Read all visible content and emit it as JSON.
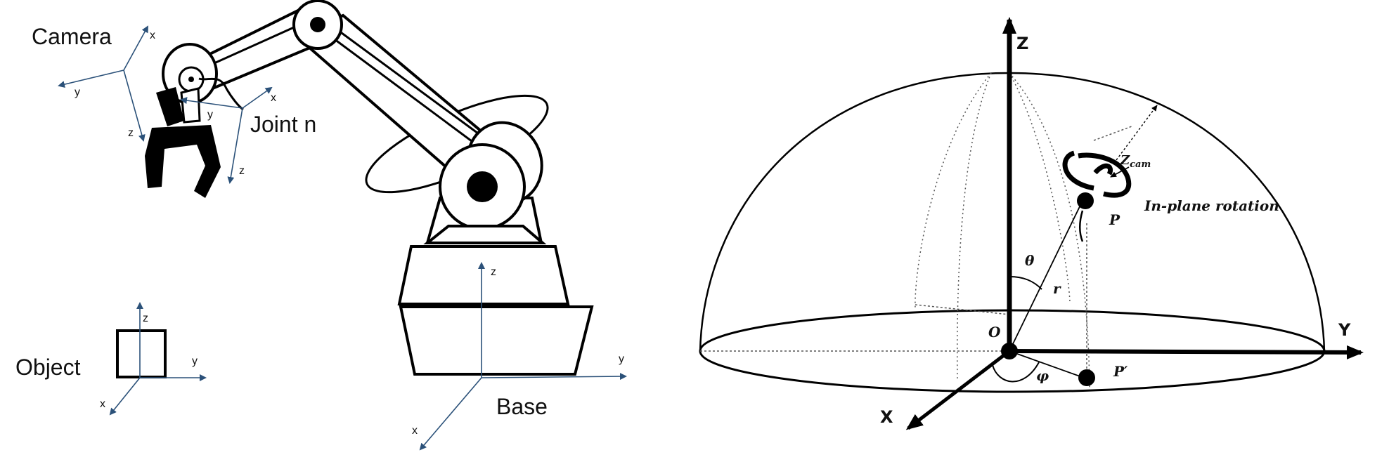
{
  "left_figure": {
    "labels": {
      "camera": "Camera",
      "joint_n": "Joint n",
      "object": "Object",
      "base": "Base"
    },
    "axes": {
      "camera": {
        "x": "x",
        "y": "y",
        "z": "z"
      },
      "joint": {
        "x": "x",
        "y": "y",
        "z": "z"
      },
      "object": {
        "x": "x",
        "y": "y",
        "z": "z"
      },
      "base": {
        "x": "x",
        "y": "y",
        "z": "z"
      }
    },
    "colors": {
      "axis": "#2b5179",
      "outline": "#000000"
    }
  },
  "right_figure": {
    "axes": {
      "x": "X",
      "y": "Y",
      "z": "Z"
    },
    "points": {
      "origin": "O",
      "p": "P",
      "p_prime": "P′"
    },
    "symbols": {
      "theta": "θ",
      "phi": "φ",
      "r": "r",
      "zcam_main": "Z",
      "zcam_sub": "cam"
    },
    "caption": "In-plane rotation"
  }
}
